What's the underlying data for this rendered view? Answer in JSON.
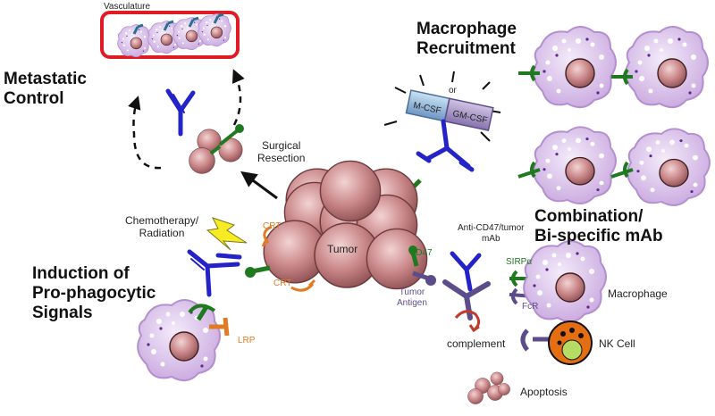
{
  "headings": {
    "metastatic_line1": "Metastatic",
    "metastatic_line2": "Control",
    "macrophage_line1": "Macrophage",
    "macrophage_line2": "Recruitment",
    "combination_line1": "Combination/",
    "combination_line2": "Bi-specific mAb",
    "induction_line1": "Induction of",
    "induction_line2": "Pro-phagocytic",
    "induction_line3": "Signals"
  },
  "labels": {
    "vasculature": "Vasculature",
    "surgical_line1": "Surgical",
    "surgical_line2": "Resection",
    "or": "or",
    "mcsf": "M-CSF",
    "gmcsf": "GM-CSF",
    "chemo_line1": "Chemotherapy/",
    "chemo_line2": "Radiation",
    "crt_top": "CRT",
    "crt_bottom": "CRT",
    "tumor": "Tumor",
    "cd47": "CD47",
    "antibody_line1": "Anti-CD47/tumor",
    "antibody_line2": "mAb",
    "tumor_antigen_line1": "Tumor",
    "tumor_antigen_line2": "Antigen",
    "sirpa": "SIRPα",
    "fcr": "FcR",
    "macrophage": "Macrophage",
    "complement": "complement",
    "nk_cell": "NK Cell",
    "apoptosis": "Apoptosis",
    "lrp": "LRP"
  },
  "colors": {
    "antibody_blue": "#2323c8",
    "receptor_green": "#1f7a1f",
    "macrophage_purple": "#d9c3ea",
    "tumor_cell": "#c9888a",
    "vasculature_red": "#e01b24",
    "crt_orange": "#e07b22",
    "antigen_purple": "#5c4d8a",
    "nk_orange": "#e56e12"
  }
}
